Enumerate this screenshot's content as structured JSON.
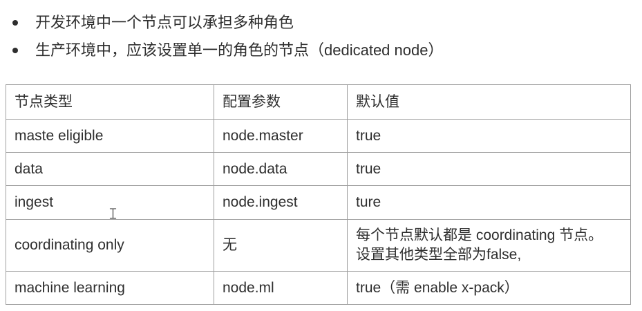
{
  "page": {
    "background": "#ffffff",
    "text_color": "#2e2e2e",
    "table_border_color": "#9e9e9e"
  },
  "bullets": [
    {
      "text": "开发环境中一个节点可以承担多种角色"
    },
    {
      "text": "生产环境中，应该设置单一的角色的节点（dedicated node）"
    }
  ],
  "table": {
    "headers": [
      "节点类型",
      "配置参数",
      "默认值"
    ],
    "rows": [
      {
        "cells": [
          "maste eligible",
          "node.master",
          "true"
        ]
      },
      {
        "cells": [
          "data",
          "node.data",
          "true"
        ]
      },
      {
        "cells": [
          "ingest",
          "node.ingest",
          "ture"
        ]
      },
      {
        "cells": [
          "coordinating only",
          "无",
          "每个节点默认都是 coordinating 节点。\n设置其他类型全部为false,"
        ]
      },
      {
        "cells": [
          "machine learning",
          "node.ml",
          "true（需 enable x-pack）"
        ]
      }
    ]
  },
  "cursor": {
    "icon": "ibeam-text-cursor"
  }
}
